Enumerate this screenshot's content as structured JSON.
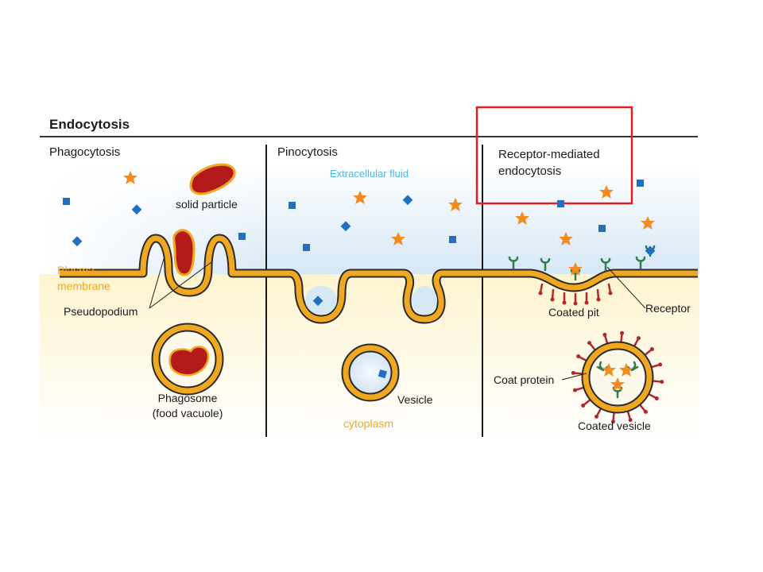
{
  "title": "Endocytosis",
  "panels": {
    "phagocytosis": {
      "heading": "Phagocytosis",
      "solid_particle": "solid particle",
      "plasma_membrane_line1": "Plasma",
      "plasma_membrane_line2": "membrane",
      "pseudopodium": "Pseudopodium",
      "phagosome_line1": "Phagosome",
      "phagosome_line2": "(food vacuole)"
    },
    "pinocytosis": {
      "heading": "Pinocytosis",
      "extracellular_fluid": "Extracellular fluid",
      "vesicle": "Vesicle",
      "cytoplasm": "cytoplasm"
    },
    "receptor_mediated": {
      "heading_line1": "Receptor-mediated",
      "heading_line2": "endocytosis",
      "coated_pit": "Coated pit",
      "receptor": "Receptor",
      "coat_protein": "Coat protein",
      "coated_vesicle": "Coated vesicle"
    }
  },
  "colors": {
    "membrane": "#f0a820",
    "membrane_outline": "#2b2b2b",
    "particle": "#b31a1a",
    "particle_outline": "#f0a820",
    "star": "#f28a1e",
    "square": "#1f6fc2",
    "receptor": "#2e7d4f",
    "coat": "#b3262a",
    "extracellular": "#dcebf7",
    "cytoplasm": "#fdf6d8",
    "highlight_box": "#e02020",
    "cytoplasm_label": "#f0a820",
    "extracellular_label": "#4fb8e0",
    "plasma_label": "#f0a820"
  }
}
